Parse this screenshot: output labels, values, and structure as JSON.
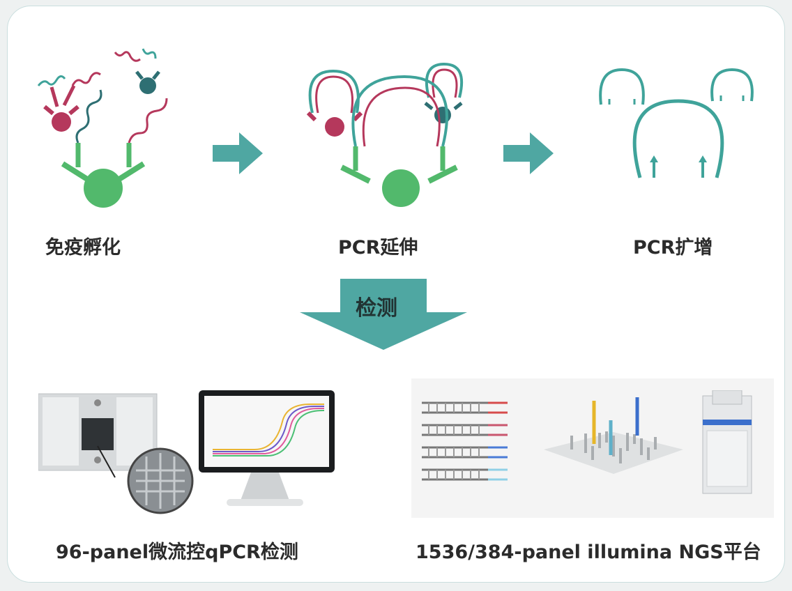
{
  "colors": {
    "teal": "#4fa7a2",
    "dark_teal": "#2e6f73",
    "green": "#52b96c",
    "green_dark": "#3ea85a",
    "crimson": "#b5385c",
    "text": "#2b2b2b"
  },
  "steps": {
    "step1": "免疫孵化",
    "step2": "PCR延伸",
    "step3": "PCR扩增"
  },
  "detect_label": "检测",
  "platforms": {
    "left": "96-panel微流控qPCR检测",
    "right": "1536/384-panel illumina NGS平台"
  },
  "icons": [
    "antibody-probe-icon",
    "right-arrow-icon",
    "down-arrow-icon",
    "microfluidic-chip-icon",
    "monitor-icon",
    "dna-strand-icon",
    "ngs-sequencer-icon"
  ]
}
